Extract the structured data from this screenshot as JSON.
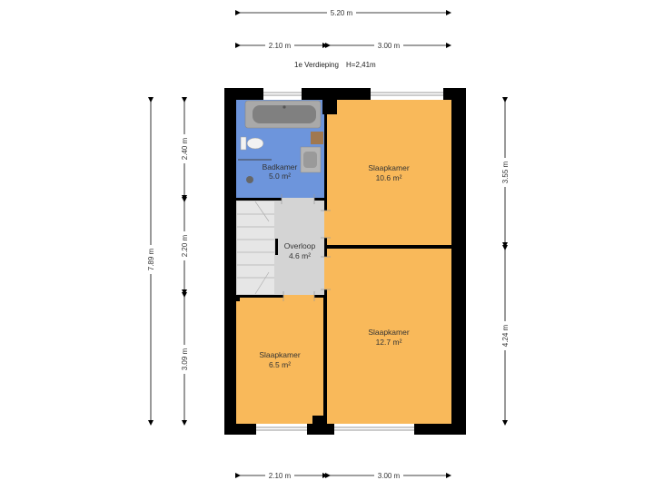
{
  "header": {
    "floor": "1e Verdieping",
    "height": "H=2,41m"
  },
  "dimensions": {
    "top_total": "5.20 m",
    "top_left": "2.10 m",
    "top_right": "3.00 m",
    "bottom_left": "2.10 m",
    "bottom_right": "3.00 m",
    "left_total": "7.89 m",
    "left_top": "2.40 m",
    "left_mid": "2.20 m",
    "left_bottom": "3.09 m",
    "right_top": "3.55 m",
    "right_bottom": "4.24 m"
  },
  "rooms": {
    "badkamer": {
      "name": "Badkamer",
      "area": "5.0 m²",
      "color": "#6d95dc"
    },
    "overloop": {
      "name": "Overloop",
      "area": "4.6 m²",
      "color": "#d4d4d4"
    },
    "slaapkamer_top": {
      "name": "Slaapkamer",
      "area": "10.6 m²",
      "color": "#f9b95a"
    },
    "slaapkamer_bottom_right": {
      "name": "Slaapkamer",
      "area": "12.7 m²",
      "color": "#f9b95a"
    },
    "slaapkamer_bottom_left": {
      "name": "Slaapkamer",
      "area": "6.5 m²",
      "color": "#f9b95a"
    }
  },
  "colors": {
    "wall": "#000000",
    "dimension_line": "#000000"
  }
}
